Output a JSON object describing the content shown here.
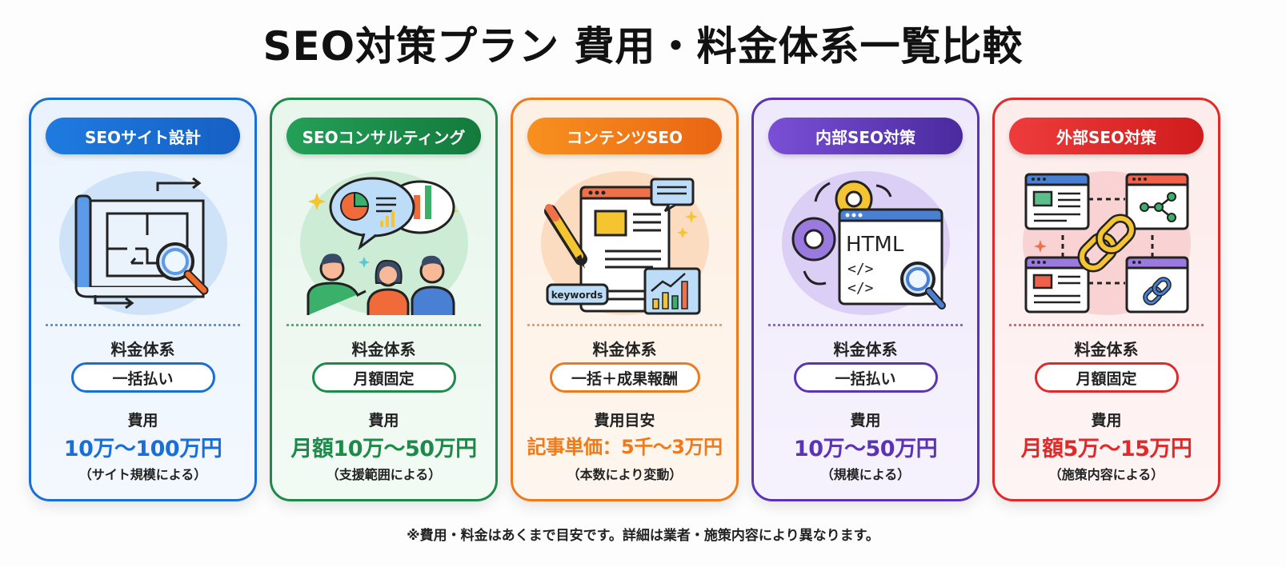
{
  "title": "SEO対策プラン 費用・料金体系一覧比較",
  "cards": [
    {
      "name": "SEOサイト設計",
      "illustration": "blueprint-magnifier-icon",
      "pricing_label": "料金体系",
      "pricing_type": "一括払い",
      "cost_label": "費用",
      "cost_value": "10万～100万円",
      "cost_note": "（サイト規模による）",
      "color": "#1a6fd6"
    },
    {
      "name": "SEOコンサルティング",
      "illustration": "consulting-people-icon",
      "pricing_label": "料金体系",
      "pricing_type": "月額固定",
      "cost_label": "費用",
      "cost_value": "月額10万～50万円",
      "cost_note": "（支援範囲による）",
      "color": "#1d8a4a"
    },
    {
      "name": "コンテンツSEO",
      "illustration": "content-writing-icon",
      "pricing_label": "料金体系",
      "pricing_type": "一括＋成果報酬",
      "cost_label": "費用目安",
      "cost_value": "記事単価：5千～3万円",
      "cost_note": "（本数により変動）",
      "color": "#f07a1a"
    },
    {
      "name": "内部SEO対策",
      "illustration": "html-gears-icon",
      "pricing_label": "料金体系",
      "pricing_type": "一括払い",
      "cost_label": "費用",
      "cost_value": "10万～50万円",
      "cost_note": "（規模による）",
      "color": "#5b34b5"
    },
    {
      "name": "外部SEO対策",
      "illustration": "backlink-chain-icon",
      "pricing_label": "料金体系",
      "pricing_type": "月額固定",
      "cost_label": "費用",
      "cost_value": "月額5万～15万円",
      "cost_note": "（施策内容による）",
      "color": "#e02a2a"
    }
  ],
  "illustration_text": {
    "keywords": "keywords",
    "html": "HTML",
    "code": "</>"
  },
  "footnote": "※費用・料金はあくまで目安です。詳細は業者・施策内容により異なります。"
}
